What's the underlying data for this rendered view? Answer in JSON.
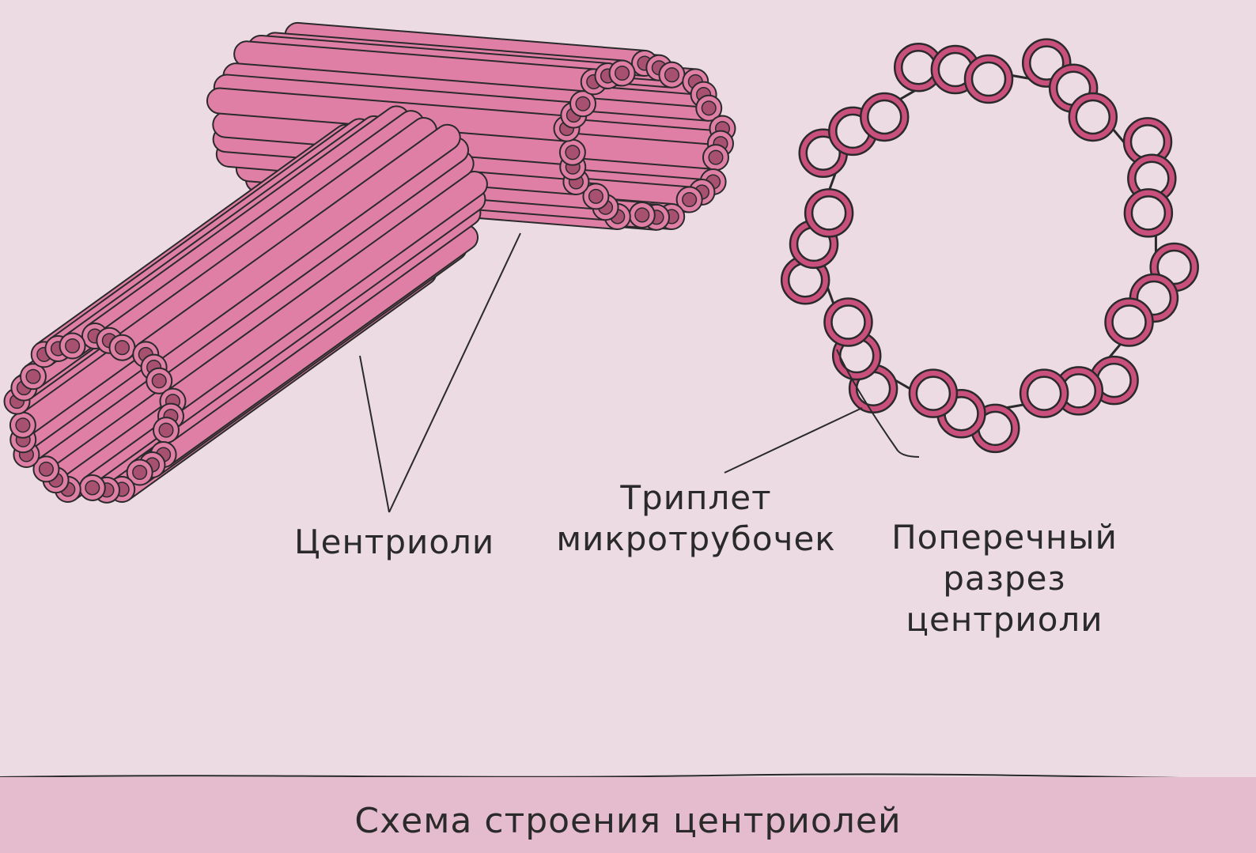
{
  "labels": {
    "centrioles": "Центриоли",
    "triplet_line1": "Триплет",
    "triplet_line2": "микротрубочек",
    "section_line1": "Поперечный",
    "section_line2": "разрез",
    "section_line3": "центриоли"
  },
  "caption": "Схема строения центриолей",
  "colors": {
    "background": "#ecdbe3",
    "tube": "#e07fa6",
    "tube_dark": "#a8506f",
    "outline": "#2a2a2a",
    "caption_band": "#e5bccd",
    "ring": "#c9507d"
  }
}
